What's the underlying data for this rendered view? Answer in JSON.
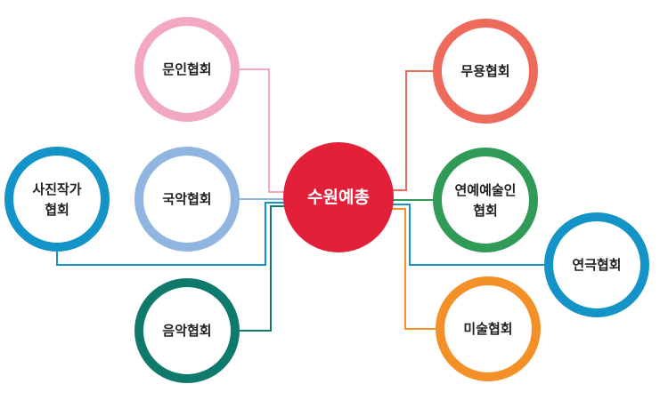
{
  "center": {
    "label": "수원예총",
    "color": "#e2203a"
  },
  "nodes": [
    {
      "id": "literature",
      "lines": [
        "문인협회"
      ],
      "color": "#f2a7c3"
    },
    {
      "id": "gugak",
      "lines": [
        "국악협회"
      ],
      "color": "#8fb5e0"
    },
    {
      "id": "photo",
      "lines": [
        "사진작가",
        "협회"
      ],
      "color": "#1493c7"
    },
    {
      "id": "music",
      "lines": [
        "음악협회"
      ],
      "color": "#0f7a6c"
    },
    {
      "id": "dance",
      "lines": [
        "무용협회"
      ],
      "color": "#ee6a5a"
    },
    {
      "id": "entertainment",
      "lines": [
        "연예예술인",
        "협회"
      ],
      "color": "#2f9b57"
    },
    {
      "id": "theater",
      "lines": [
        "연극협회"
      ],
      "color": "#1493c7"
    },
    {
      "id": "art",
      "lines": [
        "미술협회"
      ],
      "color": "#f39128"
    }
  ]
}
